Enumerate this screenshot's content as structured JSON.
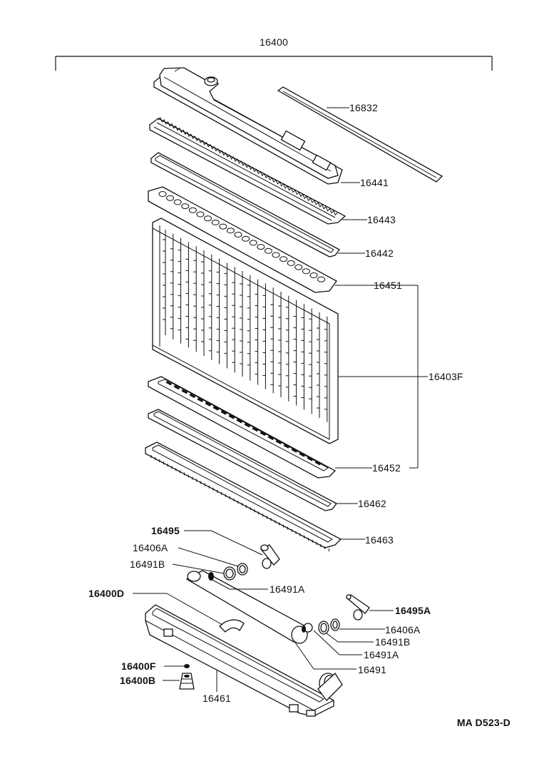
{
  "diagram": {
    "assembly_number": "16400",
    "reference_code": "MA  D523-D",
    "parts": [
      {
        "id": "16832",
        "label": "16832"
      },
      {
        "id": "16441",
        "label": "16441"
      },
      {
        "id": "16443",
        "label": "16443"
      },
      {
        "id": "16442",
        "label": "16442"
      },
      {
        "id": "16451",
        "label": "16451"
      },
      {
        "id": "16403F",
        "label": "16403F"
      },
      {
        "id": "16452",
        "label": "16452"
      },
      {
        "id": "16462",
        "label": "16462"
      },
      {
        "id": "16463",
        "label": "16463"
      },
      {
        "id": "16495",
        "label": "16495"
      },
      {
        "id": "16406A_left",
        "label": "16406A"
      },
      {
        "id": "16491B_left",
        "label": "16491B"
      },
      {
        "id": "16491A_left",
        "label": "16491A"
      },
      {
        "id": "16400D",
        "label": "16400D"
      },
      {
        "id": "16495A",
        "label": "16495A"
      },
      {
        "id": "16406A_right",
        "label": "16406A"
      },
      {
        "id": "16491B_right",
        "label": "16491B"
      },
      {
        "id": "16491A_right",
        "label": "16491A"
      },
      {
        "id": "16491",
        "label": "16491"
      },
      {
        "id": "16400F",
        "label": "16400F"
      },
      {
        "id": "16400B",
        "label": "16400B"
      },
      {
        "id": "16461",
        "label": "16461"
      }
    ]
  }
}
